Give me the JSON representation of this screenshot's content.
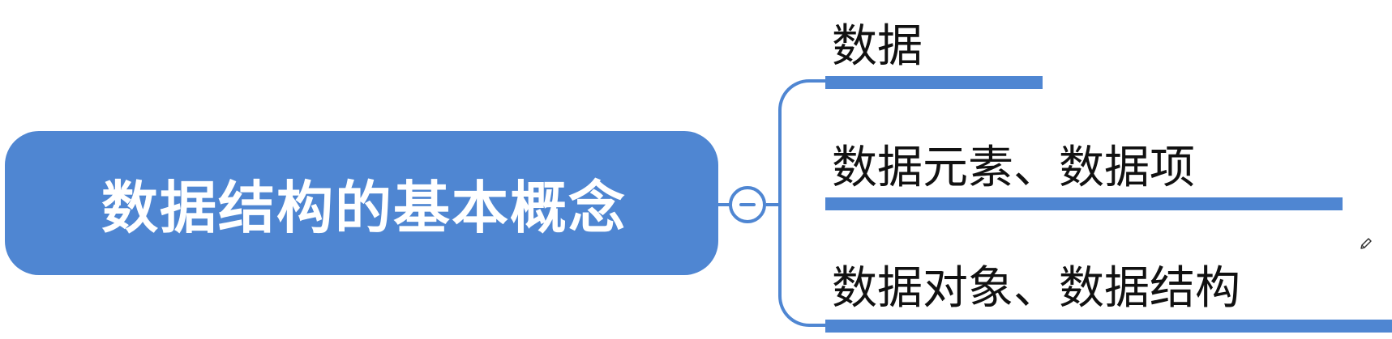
{
  "mindmap": {
    "root": {
      "label": "数据结构的基本概念"
    },
    "children": [
      {
        "label": "数据"
      },
      {
        "label": "数据元素、数据项"
      },
      {
        "label": "数据对象、数据结构"
      }
    ],
    "colors": {
      "accent": "#4f86d2",
      "text": "#111111",
      "root_text": "#ffffff",
      "background": "#ffffff"
    },
    "icons": {
      "collapse": "minus-circle-icon",
      "edit": "pencil-icon"
    }
  }
}
